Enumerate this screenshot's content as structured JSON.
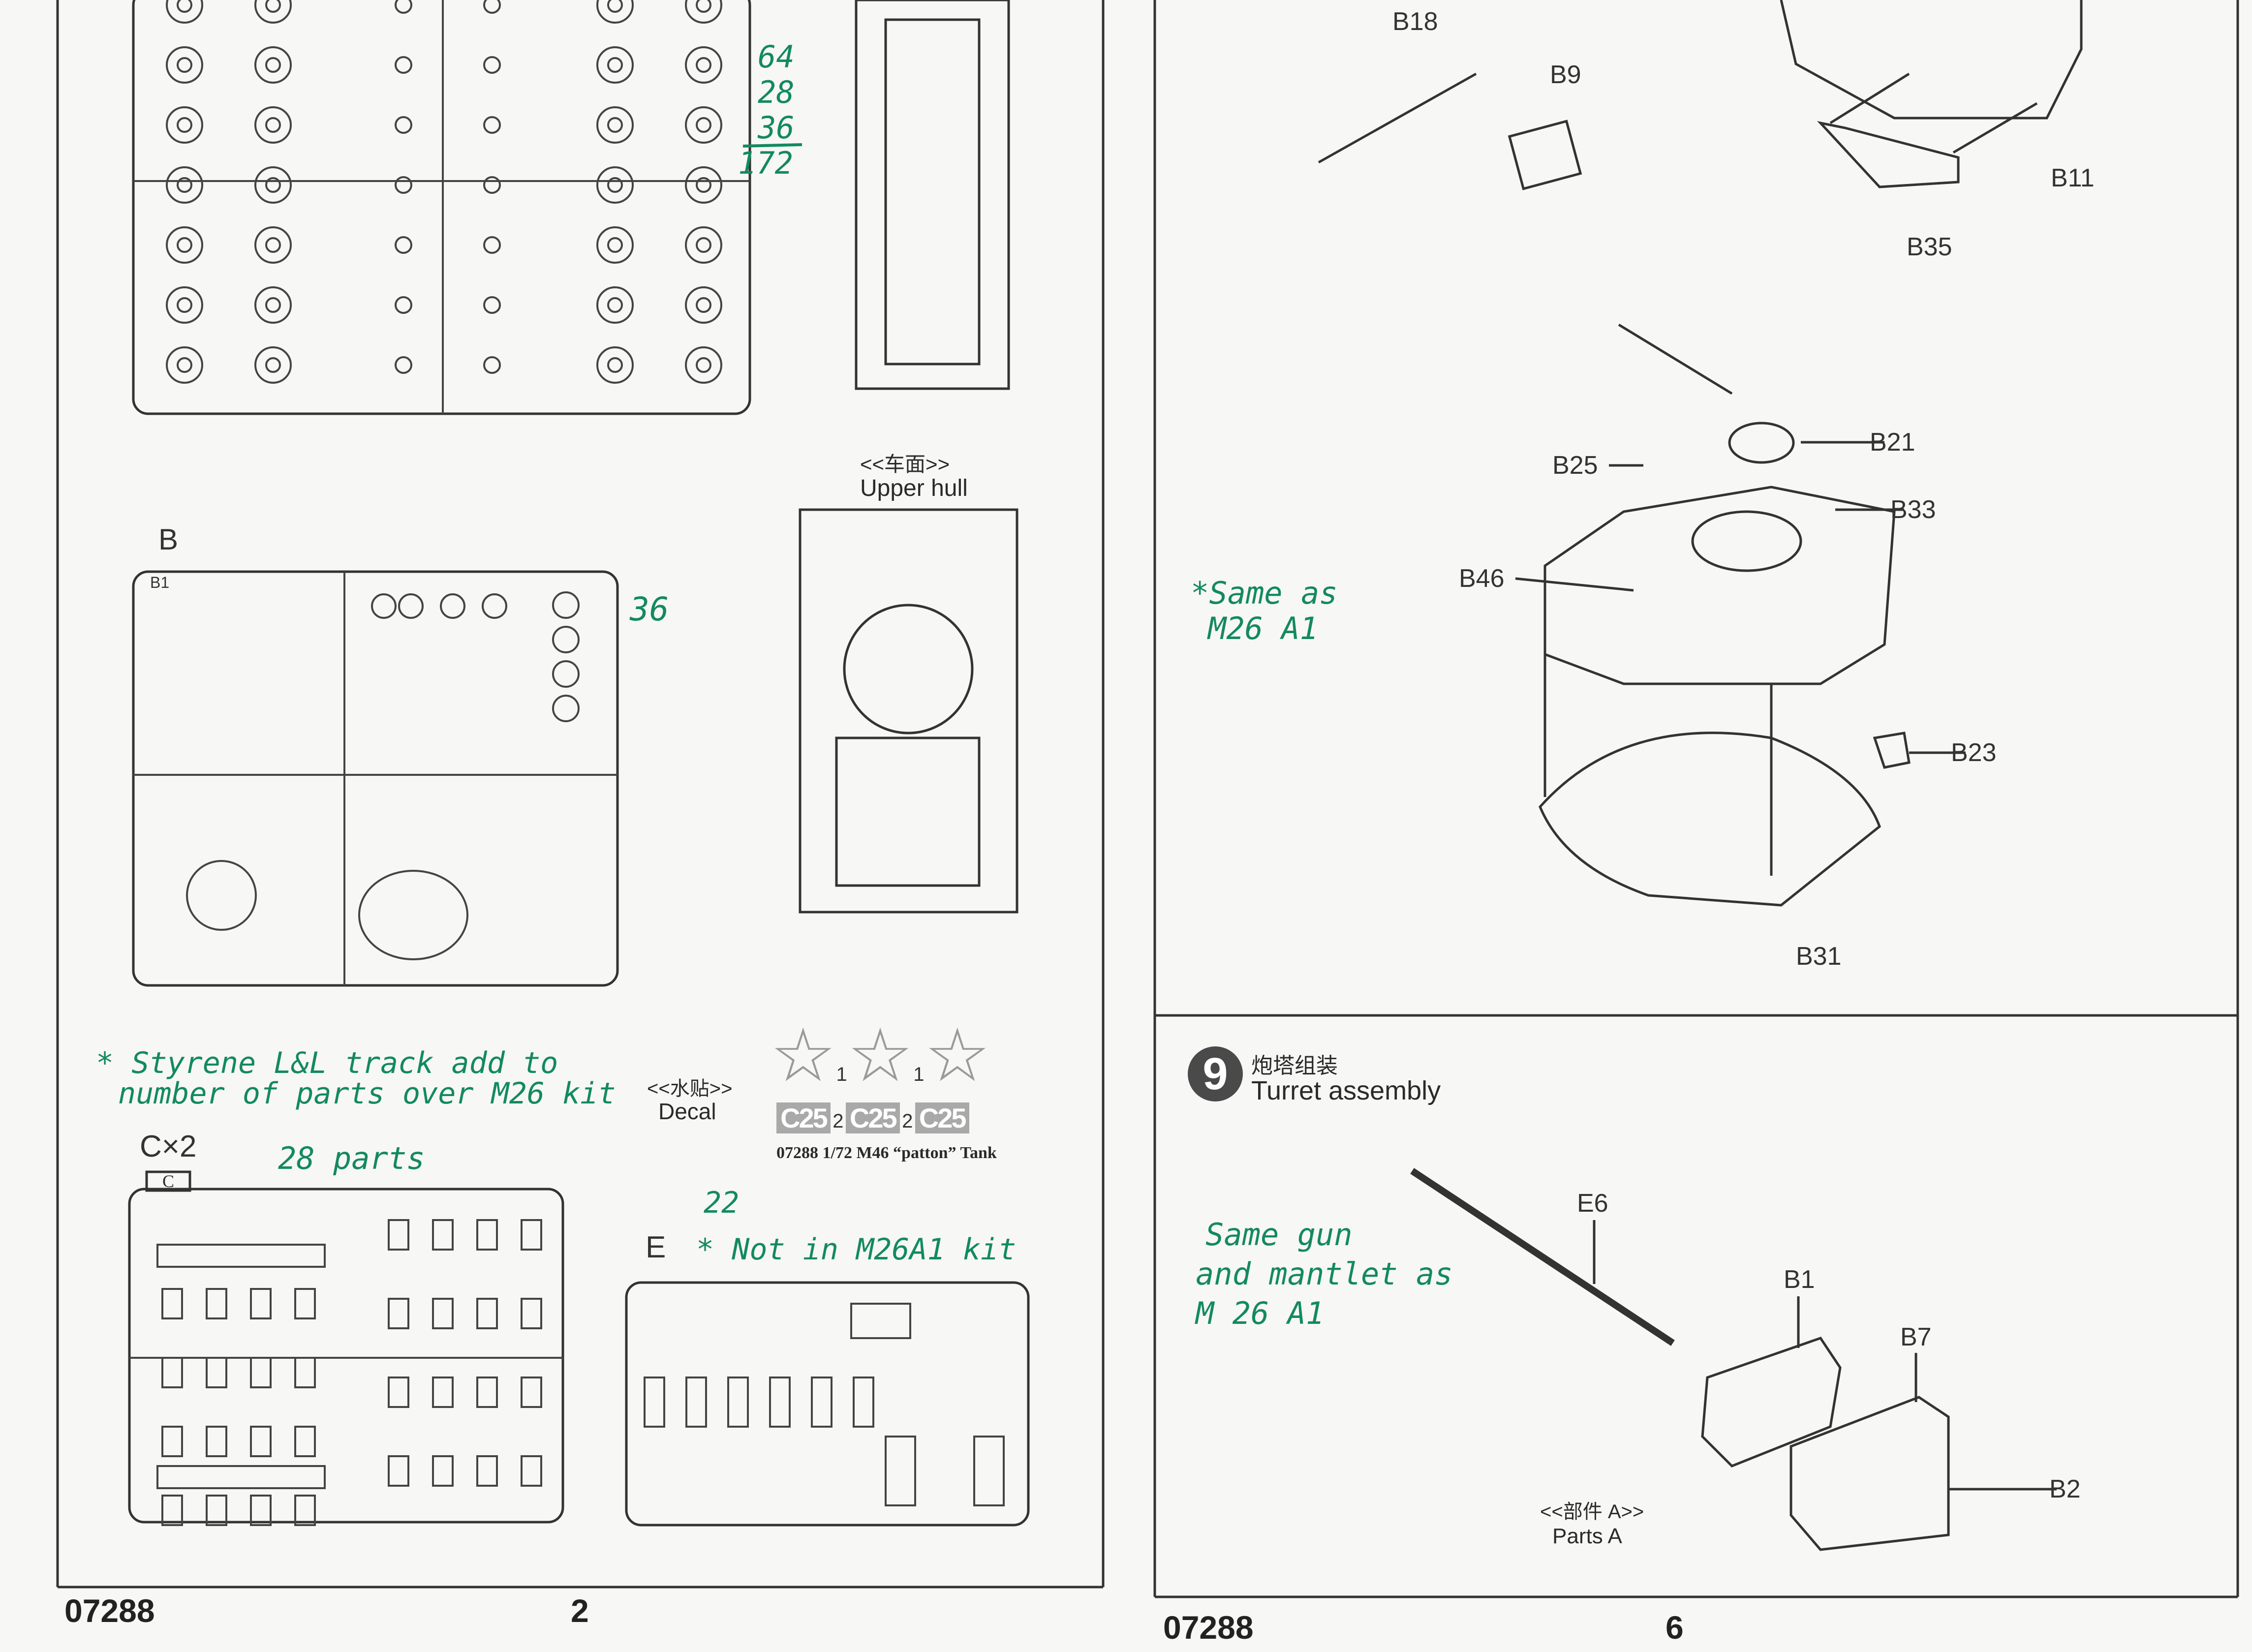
{
  "left_page": {
    "page_number": "2",
    "product_code": "07288",
    "sprue_b_label": "B",
    "sprue_b_part_tag": "B1",
    "sprue_c_label": "C×2",
    "sprue_c_tag": "C",
    "sprue_e_label": "E",
    "upper_hull": {
      "cn": "<<车面>>",
      "en": "Upper hull"
    },
    "decal": {
      "cn": "<<水贴>>",
      "en": "Decal",
      "star_counts": [
        "1",
        "1"
      ],
      "plate_text": "C25",
      "plate_counts": [
        "2",
        "2"
      ],
      "caption": "07288 1/72  M46 “patton”  Tank"
    },
    "handwritten": {
      "tally": [
        "64",
        "28",
        "36",
        "172"
      ],
      "sprue_b_count": "36",
      "track_note_line1": "* Styrene L&L track add to",
      "track_note_line2": "number of parts over M26 kit",
      "c_parts": "28 parts",
      "e_count": "22",
      "e_note": "* Not in M26A1 kit"
    }
  },
  "right_page": {
    "page_number": "6",
    "product_code": "07288",
    "callouts": [
      "B18",
      "B9",
      "B11",
      "B35",
      "B21",
      "B25",
      "B33",
      "B46",
      "B23",
      "B31"
    ],
    "step": {
      "number": "9",
      "cn": "炮塔组装",
      "en": "Turret assembly"
    },
    "step_callouts": [
      "E6",
      "B1",
      "B7",
      "B2"
    ],
    "parts_ref": {
      "cn": "<<部件 A>>",
      "en": "Parts A"
    },
    "handwritten": {
      "same_as_line1": "*Same as",
      "same_as_line2": "M26 A1",
      "gun_line1": "Same gun",
      "gun_line2": "and mantlet  as",
      "gun_line3": "M 26 A1"
    }
  },
  "colors": {
    "ink": "#2a2a2a",
    "pen": "#138a5e",
    "paper": "#f7f7f5"
  }
}
